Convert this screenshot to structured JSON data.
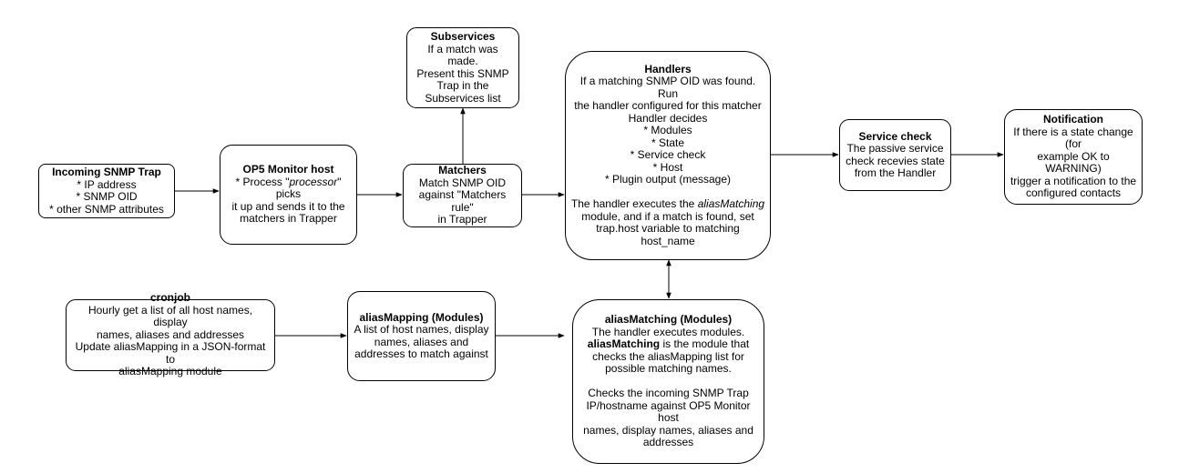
{
  "nodes": {
    "incoming": {
      "title": "Incoming SNMP Trap",
      "lines": [
        "* IP address",
        "* SNMP OID",
        "* other SNMP attributes"
      ]
    },
    "op5": {
      "title": "OP5 Monitor host",
      "line1_pre": "* Process \"",
      "line1_em": "processor",
      "line1_post": "\" picks",
      "lines": [
        "it up and sends it to the",
        "matchers in Trapper"
      ]
    },
    "matchers": {
      "title": "Matchers",
      "lines": [
        "Match SNMP OID",
        "against \"Matchers rule\"",
        "in Trapper"
      ]
    },
    "subservices": {
      "title": "Subservices",
      "lines": [
        "If a match was made.",
        "Present this SNMP",
        "Trap in the",
        "Subservices list"
      ]
    },
    "handlers": {
      "title": "Handlers",
      "lines": [
        "If a matching SNMP OID was found. Run",
        "the handler configured for this matcher",
        "Handler decides",
        "* Modules",
        "* State",
        "* Service check",
        "* Host",
        "* Plugin output (message)"
      ],
      "exec_pre": "The handler executes the ",
      "exec_em": "aliasMatching",
      "exec_lines": [
        "module, and if a match is found, set",
        "trap.host variable to matching host_name"
      ]
    },
    "service_check": {
      "title": "Service check",
      "lines": [
        "The passive service",
        "check recevies state",
        "from the Handler"
      ]
    },
    "notification": {
      "title": "Notification",
      "lines": [
        "If there is a state change (for",
        "example OK to WARNING)",
        "trigger a notification to the",
        "configured contacts"
      ]
    },
    "cronjob": {
      "title": "cronjob",
      "lines": [
        "Hourly get a list of all host names, display",
        "names, aliases and addresses",
        "Update aliasMapping in a JSON-format to",
        "aliasMapping module"
      ]
    },
    "alias_mapping": {
      "title": "aliasMapping (Modules)",
      "lines": [
        "A list of host names, display",
        "names, aliases and",
        "addresses to match against"
      ]
    },
    "alias_matching": {
      "title": "aliasMatching (Modules)",
      "line1": "The handler executes modules.",
      "bold_word": "aliasMatching",
      "bold_rest": " is the module that",
      "lines": [
        "checks the aliasMapping list for",
        "possible matching names."
      ],
      "lines2": [
        "Checks the incoming SNMP Trap",
        "IP/hostname against OP5 Monitor host",
        "names, display names, aliases and",
        "addresses"
      ]
    }
  },
  "colors": {
    "stroke": "#000000",
    "background": "#ffffff"
  }
}
